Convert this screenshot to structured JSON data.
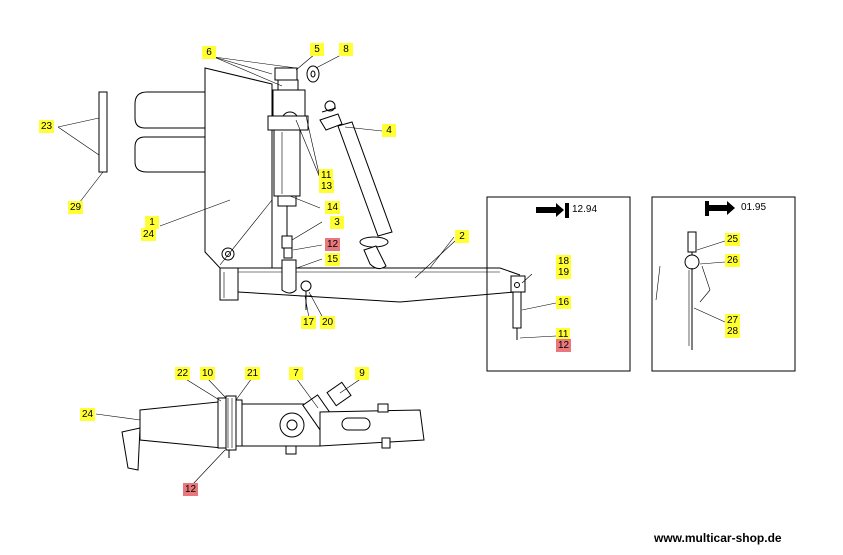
{
  "labels": {
    "l6": "6",
    "l5": "5",
    "l8": "8",
    "l4": "4",
    "l23": "23",
    "l29": "29",
    "l1": "1",
    "l24a": "24",
    "l11a": "11",
    "l13": "13",
    "l14": "14",
    "l3": "3",
    "l12a": "12",
    "l15": "15",
    "l17": "17",
    "l20": "20",
    "l2": "2",
    "l18": "18",
    "l19": "19",
    "l16": "16",
    "l11b": "11",
    "l12b": "12",
    "l25": "25",
    "l26": "26",
    "l27": "27",
    "l28": "28",
    "l22": "22",
    "l10": "10",
    "l21": "21",
    "l7": "7",
    "l9": "9",
    "l24b": "24",
    "l12c": "12"
  },
  "versions": {
    "from": "12.94",
    "to": "01.95"
  },
  "website": "www.multicar-shop.de",
  "colors": {
    "label_highlight": "#ffff33",
    "label_alert": "#e8787c"
  },
  "icons": {
    "until_version": "arrow-to-bar-icon",
    "from_version": "bar-to-arrow-icon"
  }
}
